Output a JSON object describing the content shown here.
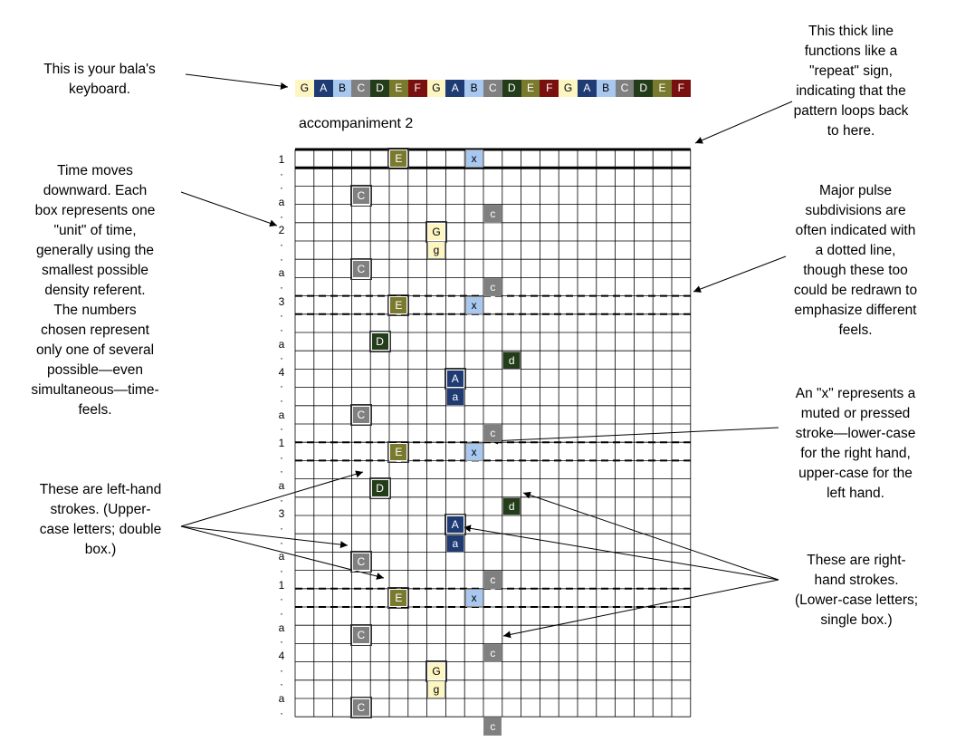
{
  "title": "accompaniment 2",
  "annotations": {
    "keyboard": "This is your bala's\nkeyboard.",
    "repeat": "This thick line\nfunctions like a\n\"repeat\" sign,\nindicating that the\npattern loops back\nto here.",
    "time": "Time moves\ndownward. Each\nbox represents one\n\"unit\" of time,\ngenerally using the\nsmallest possible\ndensity referent.\nThe numbers\nchosen represent\nonly one of several\npossible—even\nsimultaneous—time-\nfeels.",
    "pulse": "Major pulse\nsubdivisions are\noften indicated with\na dotted line,\nthough these too\ncould be redrawn to\nemphasize different\nfeels.",
    "muted": "An \"x\" represents a\nmuted or pressed\nstroke—lower-case\nfor the right hand,\nupper-case for the\nleft hand.",
    "left": "These are left-hand\nstrokes. (Upper-\ncase letters; double\nbox.)",
    "right": "These are right-\nhand strokes.\n(Lower-case letters;\nsingle box.)"
  },
  "colors": {
    "G": "#fdf6c3",
    "A": "#1f3b73",
    "B": "#a9c8f0",
    "C": "#808080",
    "D": "#233d1a",
    "E": "#7a7a2e",
    "F": "#7a0f0f"
  },
  "keyboard": [
    "G",
    "A",
    "B",
    "C",
    "D",
    "E",
    "F",
    "G",
    "A",
    "B",
    "C",
    "D",
    "E",
    "F",
    "G",
    "A",
    "B",
    "C",
    "D",
    "E",
    "F"
  ],
  "row_labels": [
    "1",
    "·",
    "·",
    "a",
    "·",
    "2",
    "·",
    "·",
    "a",
    "·",
    "3",
    "·",
    "·",
    "a",
    "·",
    "4",
    "·",
    "·",
    "a",
    "·",
    "1",
    "·",
    "·",
    "a",
    "·",
    "3",
    "·",
    "·",
    "a",
    "·",
    "1",
    "·",
    "·",
    "a",
    "·",
    "4",
    "·",
    "·",
    "a",
    "·"
  ],
  "notes": [
    {
      "row": 0,
      "col": 5,
      "label": "E",
      "key": "E",
      "hand": "left"
    },
    {
      "row": 0,
      "col": 9,
      "label": "x",
      "key": "B",
      "hand": "right"
    },
    {
      "row": 2,
      "col": 3,
      "label": "C",
      "key": "C",
      "hand": "left"
    },
    {
      "row": 3,
      "col": 10,
      "label": "c",
      "key": "C",
      "hand": "right"
    },
    {
      "row": 4,
      "col": 7,
      "label": "G",
      "key": "G",
      "hand": "left"
    },
    {
      "row": 5,
      "col": 7,
      "label": "g",
      "key": "G",
      "hand": "right"
    },
    {
      "row": 6,
      "col": 3,
      "label": "C",
      "key": "C",
      "hand": "left"
    },
    {
      "row": 7,
      "col": 10,
      "label": "c",
      "key": "C",
      "hand": "right"
    },
    {
      "row": 8,
      "col": 5,
      "label": "E",
      "key": "E",
      "hand": "left"
    },
    {
      "row": 8,
      "col": 9,
      "label": "x",
      "key": "B",
      "hand": "right"
    },
    {
      "row": 10,
      "col": 4,
      "label": "D",
      "key": "D",
      "hand": "left"
    },
    {
      "row": 11,
      "col": 11,
      "label": "d",
      "key": "D",
      "hand": "right"
    },
    {
      "row": 12,
      "col": 8,
      "label": "A",
      "key": "A",
      "hand": "left"
    },
    {
      "row": 13,
      "col": 8,
      "label": "a",
      "key": "A",
      "hand": "right"
    },
    {
      "row": 14,
      "col": 3,
      "label": "C",
      "key": "C",
      "hand": "left"
    },
    {
      "row": 15,
      "col": 10,
      "label": "c",
      "key": "C",
      "hand": "right"
    },
    {
      "row": 16,
      "col": 5,
      "label": "E",
      "key": "E",
      "hand": "left"
    },
    {
      "row": 16,
      "col": 9,
      "label": "x",
      "key": "B",
      "hand": "right"
    },
    {
      "row": 18,
      "col": 4,
      "label": "D",
      "key": "D",
      "hand": "left"
    },
    {
      "row": 19,
      "col": 11,
      "label": "d",
      "key": "D",
      "hand": "right"
    },
    {
      "row": 20,
      "col": 8,
      "label": "A",
      "key": "A",
      "hand": "left"
    },
    {
      "row": 21,
      "col": 8,
      "label": "a",
      "key": "A",
      "hand": "right"
    },
    {
      "row": 22,
      "col": 3,
      "label": "C",
      "key": "C",
      "hand": "left"
    },
    {
      "row": 23,
      "col": 10,
      "label": "c",
      "key": "C",
      "hand": "right"
    },
    {
      "row": 24,
      "col": 5,
      "label": "E",
      "key": "E",
      "hand": "left"
    },
    {
      "row": 24,
      "col": 9,
      "label": "x",
      "key": "B",
      "hand": "right"
    },
    {
      "row": 26,
      "col": 3,
      "label": "C",
      "key": "C",
      "hand": "left"
    },
    {
      "row": 27,
      "col": 10,
      "label": "c",
      "key": "C",
      "hand": "right"
    },
    {
      "row": 28,
      "col": 7,
      "label": "G",
      "key": "G",
      "hand": "left"
    },
    {
      "row": 29,
      "col": 7,
      "label": "g",
      "key": "G",
      "hand": "right"
    },
    {
      "row": 30,
      "col": 3,
      "label": "C",
      "key": "C",
      "hand": "left"
    },
    {
      "row": 31,
      "col": 10,
      "label": "c",
      "key": "C",
      "hand": "right"
    }
  ]
}
